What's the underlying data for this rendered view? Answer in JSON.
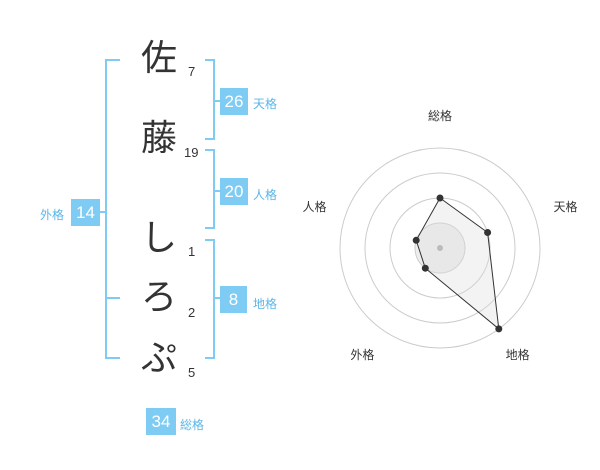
{
  "name": {
    "chars": [
      {
        "char": "佐",
        "strokes": "7"
      },
      {
        "char": "藤",
        "strokes": "19"
      },
      {
        "char": "し",
        "strokes": "1"
      },
      {
        "char": "ろ",
        "strokes": "2"
      },
      {
        "char": "ぷ",
        "strokes": "5"
      }
    ]
  },
  "fortunes": {
    "tenkaku": {
      "value": "26",
      "label": "天格"
    },
    "jinkaku": {
      "value": "20",
      "label": "人格"
    },
    "chikaku": {
      "value": "8",
      "label": "地格"
    },
    "gaikaku": {
      "value": "14",
      "label": "外格"
    },
    "soukaku": {
      "value": "34",
      "label": "総格"
    }
  },
  "colors": {
    "accent": "#7ecbf3",
    "label": "#5bb6e8",
    "text": "#333333",
    "ring": "#cccccc",
    "fill": "#eeeeee"
  },
  "chart_data": {
    "type": "radar",
    "axes": [
      "総格",
      "天格",
      "地格",
      "外格",
      "人格"
    ],
    "values": [
      2,
      2,
      4,
      1,
      1
    ],
    "rmax": 4,
    "rings": 4
  }
}
